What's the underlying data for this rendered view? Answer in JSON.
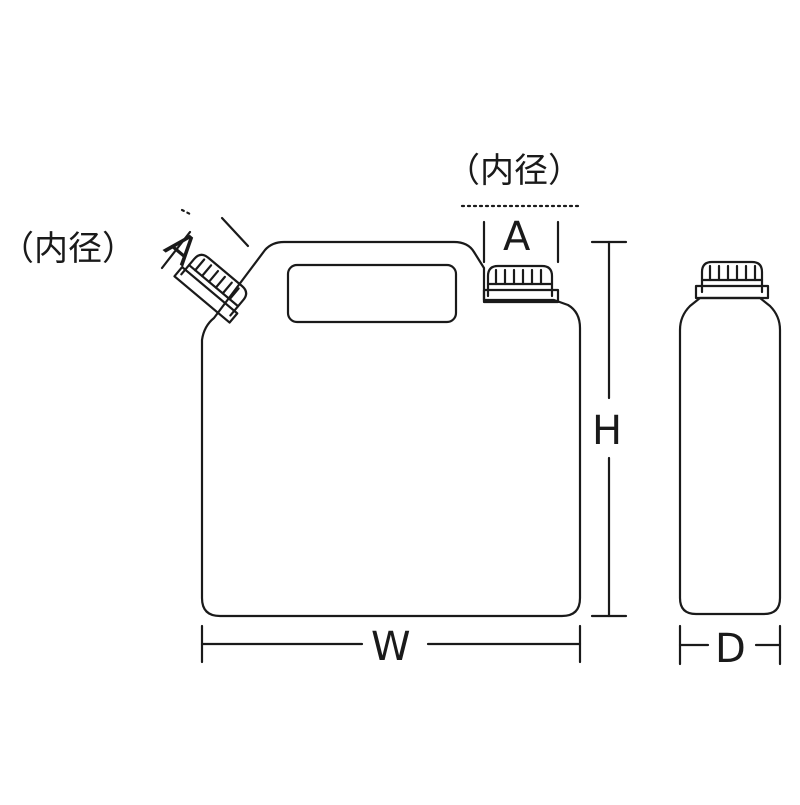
{
  "labels": {
    "inner_diameter_top": "（内径）",
    "inner_diameter_side": "（内径）",
    "dim_a_top": "A",
    "dim_a_side": "A",
    "dim_h": "H",
    "dim_w": "W",
    "dim_d": "D"
  },
  "colors": {
    "line": "#1a1a1a",
    "background": "#ffffff"
  }
}
